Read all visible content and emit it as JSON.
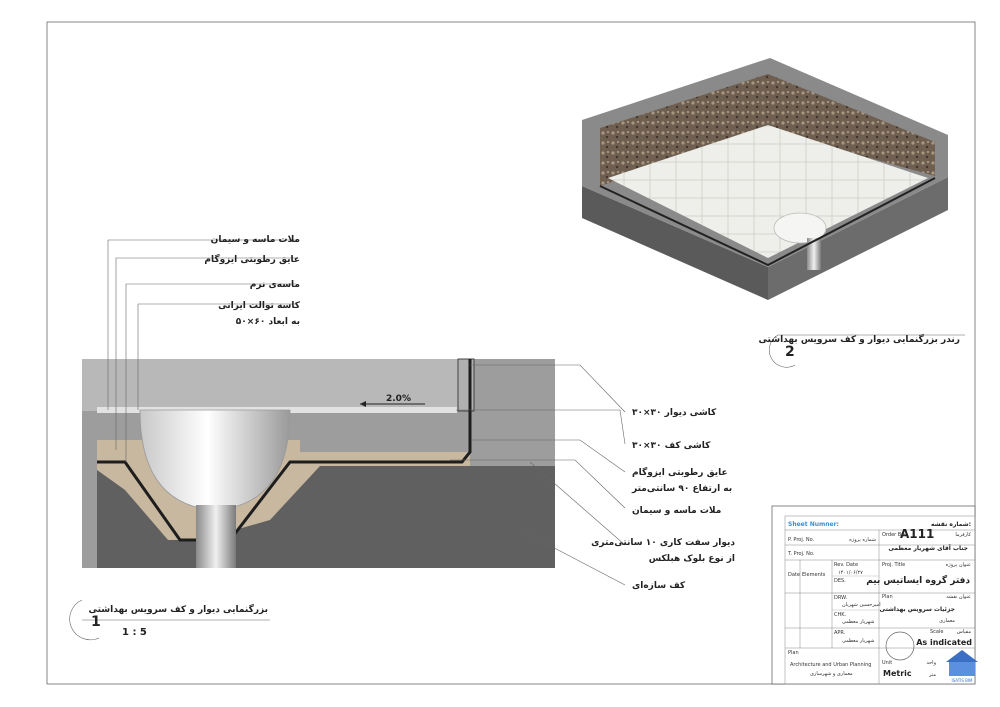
{
  "callouts_left": [
    "ملات ماسه و سیمان",
    "عایق رطوبتی ایزوگام",
    "ماسه‌ی نرم",
    "کاسه توالت ایرانی",
    "به ابعاد ۶۰×۵۰"
  ],
  "callouts_right": [
    "کاشی دیوار ۳۰×۳۰",
    "کاشی کف ۳۰×۳۰",
    "عایق رطوبتی ایزوگام",
    "به ارتفاع ۹۰ سانتی‌متر",
    "ملات ماسه و سیمان",
    "دیوار سفت کاری ۱۰ سانتی‌متری",
    "از نوع بلوک هبلکس",
    "کف سازه‌ای"
  ],
  "slope_label": "2.0%",
  "view1": {
    "number": "1",
    "title": "بزرگنمایی دیوار و کف سرویس بهداشتی",
    "scale": "1 : 5"
  },
  "view2": {
    "number": "2",
    "title": "رندر بزرگنمایی دیوار و کف سرویس بهداشتی"
  },
  "title_block": {
    "sheet_label": "Sheet Numner:",
    "sheet_label_fa": "شماره نقشه:",
    "sheet_number": "A111",
    "prj_no_label": "P. Proj. No.",
    "prj_no_fa": "شماره پروژه",
    "t_prj_no_label": "T. Proj. No.",
    "order_by_label": "Order By:",
    "order_by_fa": "کارفرما",
    "client": "جناب آقای شهریار معظمی",
    "rev_label": "Rev. Date",
    "date_label": "Date",
    "element_label": "Elements",
    "proj_title_label": "Proj. Title",
    "proj_title_fa": "عنوان پروژه",
    "office": "دفتر گروه ایساتیس بیم",
    "chk_label": "CHK.",
    "drw_label": "DRW.",
    "des_label": "DES.",
    "apr_label": "APR.",
    "drawn_by": "امیرحسین شهریان",
    "checked_by": "شهریار معظمی",
    "date_value": "۱۴۰۱/۰۶/۲۷",
    "plan_label": "Plan",
    "plan_label_fa": "عنوان نقشه",
    "plan_title": "جزئیات سرویس بهداشتی",
    "plan_sub": "معماری",
    "scale_label": "Scale",
    "scale_label_fa": "مقیاس",
    "scale_value": "As indicated",
    "unit_label": "Unit",
    "unit_label_fa": "واحد",
    "unit_value": "Metric",
    "unit_fa": "متر",
    "firm": "Architecture and Urban Planning",
    "firm_fa": "معماری و شهرسازی",
    "logo_caption": "ISATIS BIM"
  }
}
